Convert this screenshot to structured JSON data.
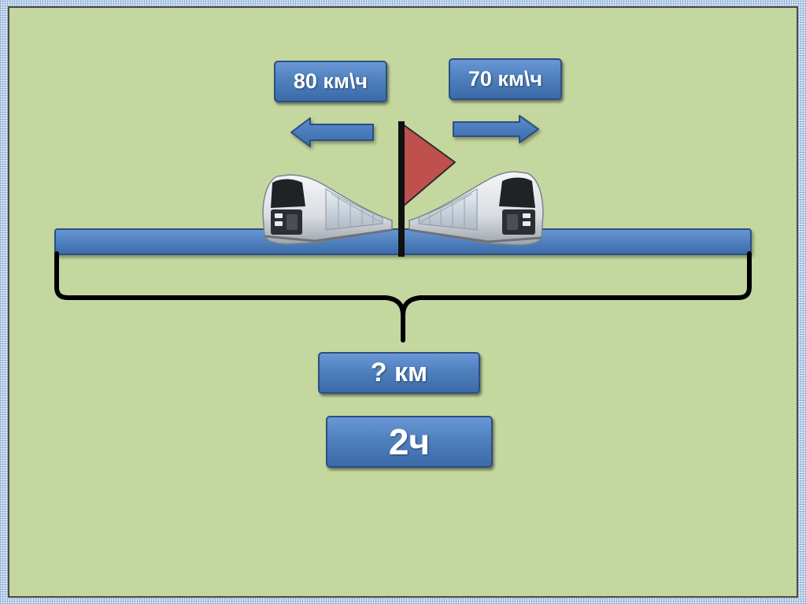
{
  "labels": {
    "speed_left": "80 км\\ч",
    "speed_right": "70 км\\ч",
    "distance": "? км",
    "time": "2ч"
  },
  "colors": {
    "background": "#c4d79f",
    "track": "#4f81bd",
    "box": "#4f81bd",
    "flag": "#c0504d",
    "brace": "#000000"
  },
  "icons": {
    "left_arrow": "arrow-left-icon",
    "right_arrow": "arrow-right-icon",
    "flag": "flag-icon",
    "left_train": "train-icon",
    "right_train": "train-icon"
  }
}
